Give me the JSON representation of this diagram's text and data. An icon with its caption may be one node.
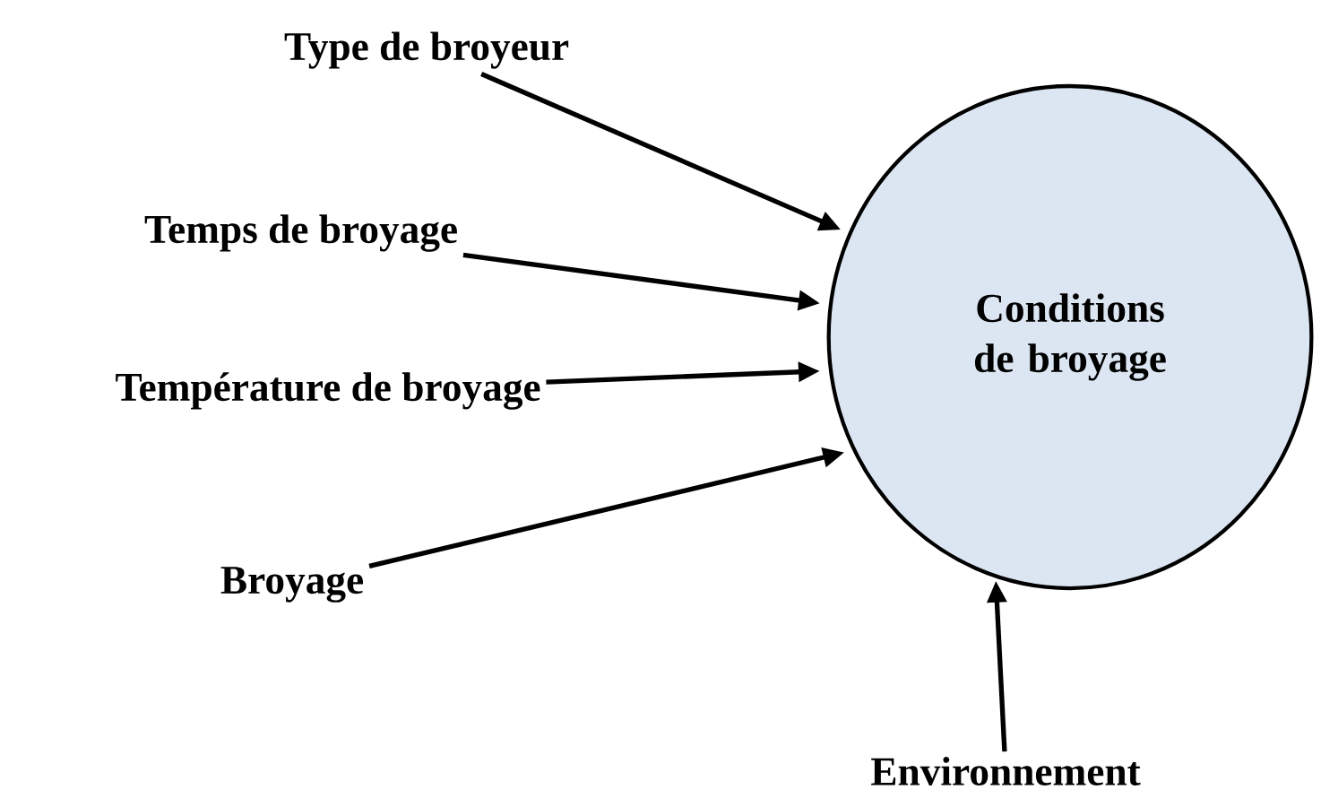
{
  "diagram": {
    "nodes": [
      {
        "text": [
          "Type de broyeur"
        ]
      },
      {
        "text": [
          "Temps de broyage"
        ]
      },
      {
        "text": [
          "Température de broyage"
        ]
      },
      {
        "text": [
          "Broyage"
        ]
      },
      {
        "text": [
          "Environnement"
        ]
      },
      {
        "text": [
          "Conditions de broyage"
        ]
      }
    ],
    "edges": [
      {
        "from": 0,
        "to": 5,
        "arrow": "to"
      },
      {
        "from": 1,
        "to": 5,
        "arrow": "to"
      },
      {
        "from": 2,
        "to": 5,
        "arrow": "to"
      },
      {
        "from": 3,
        "to": 5,
        "arrow": "to"
      },
      {
        "from": 4,
        "to": 5,
        "arrow": "to"
      }
    ]
  }
}
